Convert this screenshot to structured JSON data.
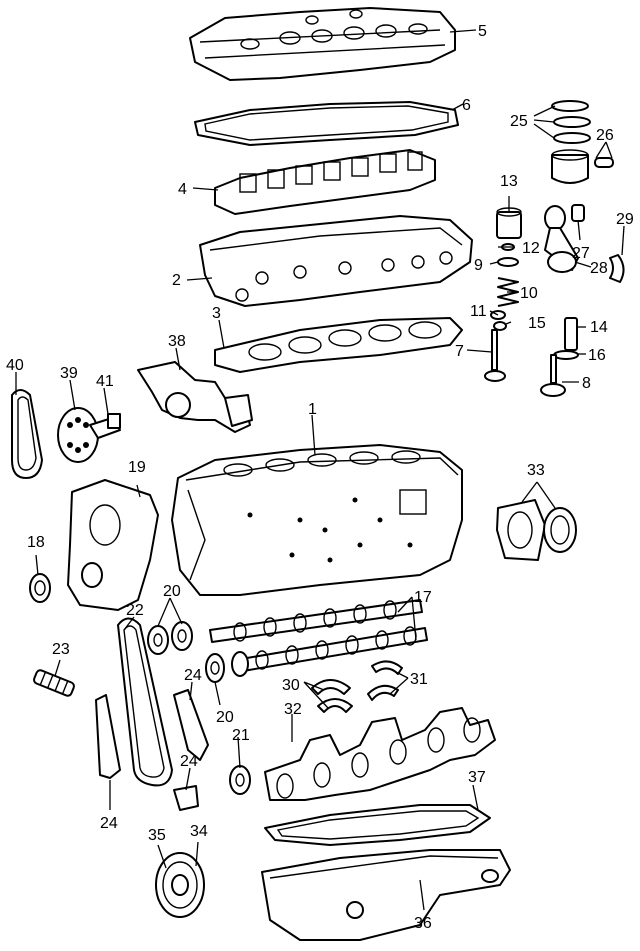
{
  "diagram": {
    "callouts": [
      {
        "id": "c1",
        "label": "1"
      },
      {
        "id": "c2",
        "label": "2"
      },
      {
        "id": "c3",
        "label": "3"
      },
      {
        "id": "c4",
        "label": "4"
      },
      {
        "id": "c5",
        "label": "5"
      },
      {
        "id": "c6",
        "label": "6"
      },
      {
        "id": "c7",
        "label": "7"
      },
      {
        "id": "c8",
        "label": "8"
      },
      {
        "id": "c9",
        "label": "9"
      },
      {
        "id": "c10",
        "label": "10"
      },
      {
        "id": "c11",
        "label": "11"
      },
      {
        "id": "c12",
        "label": "12"
      },
      {
        "id": "c13",
        "label": "13"
      },
      {
        "id": "c14",
        "label": "14"
      },
      {
        "id": "c15",
        "label": "15"
      },
      {
        "id": "c16",
        "label": "16"
      },
      {
        "id": "c17",
        "label": "17"
      },
      {
        "id": "c18",
        "label": "18"
      },
      {
        "id": "c19",
        "label": "19"
      },
      {
        "id": "c20a",
        "label": "20"
      },
      {
        "id": "c20b",
        "label": "20"
      },
      {
        "id": "c21",
        "label": "21"
      },
      {
        "id": "c22",
        "label": "22"
      },
      {
        "id": "c23",
        "label": "23"
      },
      {
        "id": "c24a",
        "label": "24"
      },
      {
        "id": "c24b",
        "label": "24"
      },
      {
        "id": "c24c",
        "label": "24"
      },
      {
        "id": "c25",
        "label": "25"
      },
      {
        "id": "c26",
        "label": "26"
      },
      {
        "id": "c27",
        "label": "27"
      },
      {
        "id": "c28",
        "label": "28"
      },
      {
        "id": "c29",
        "label": "29"
      },
      {
        "id": "c30",
        "label": "30"
      },
      {
        "id": "c31",
        "label": "31"
      },
      {
        "id": "c32",
        "label": "32"
      },
      {
        "id": "c33",
        "label": "33"
      },
      {
        "id": "c34",
        "label": "34"
      },
      {
        "id": "c35",
        "label": "35"
      },
      {
        "id": "c36",
        "label": "36"
      },
      {
        "id": "c37",
        "label": "37"
      },
      {
        "id": "c38",
        "label": "38"
      },
      {
        "id": "c39",
        "label": "39"
      },
      {
        "id": "c40",
        "label": "40"
      },
      {
        "id": "c41",
        "label": "41"
      }
    ]
  }
}
